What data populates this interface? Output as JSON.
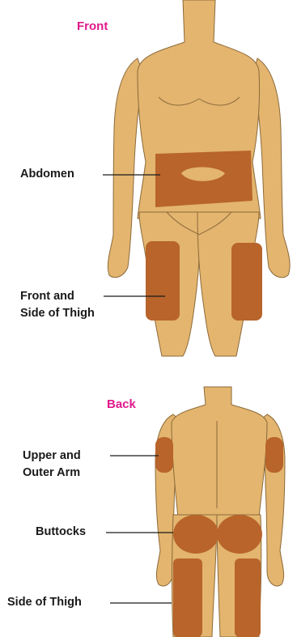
{
  "headings": {
    "front": "Front",
    "back": "Back"
  },
  "labels": {
    "abdomen": "Abdomen",
    "front_thigh_line1": "Front and",
    "front_thigh_line2": "Side of Thigh",
    "upper_arm_line1": "Upper and",
    "upper_arm_line2": "Outer Arm",
    "buttocks": "Buttocks",
    "side_thigh": "Side of Thigh"
  },
  "colors": {
    "skin": "#E3B56F",
    "skin_outline": "#8C6A3A",
    "injection_zone": "#B8642B",
    "heading": "#E0188C",
    "label_text": "#1A1A1A",
    "background": "#FFFFFF"
  }
}
